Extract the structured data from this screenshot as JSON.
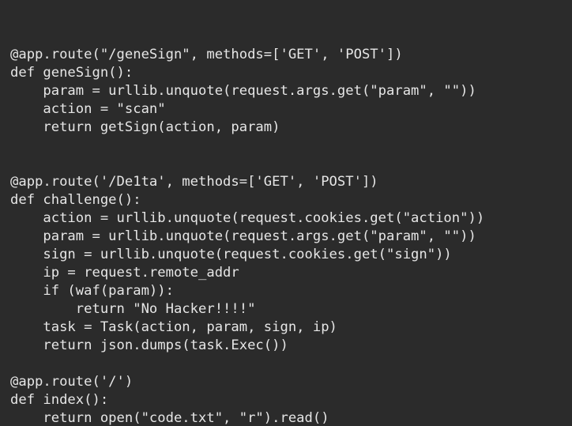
{
  "code": {
    "lines": [
      "",
      "@app.route(\"/geneSign\", methods=['GET', 'POST'])",
      "def geneSign():",
      "    param = urllib.unquote(request.args.get(\"param\", \"\"))",
      "    action = \"scan\"",
      "    return getSign(action, param)",
      "",
      "",
      "@app.route('/De1ta', methods=['GET', 'POST'])",
      "def challenge():",
      "    action = urllib.unquote(request.cookies.get(\"action\"))",
      "    param = urllib.unquote(request.args.get(\"param\", \"\"))",
      "    sign = urllib.unquote(request.cookies.get(\"sign\"))",
      "    ip = request.remote_addr",
      "    if (waf(param)):",
      "        return \"No Hacker!!!!\"",
      "    task = Task(action, param, sign, ip)",
      "    return json.dumps(task.Exec())",
      "",
      "@app.route('/')",
      "def index():",
      "    return open(\"code.txt\", \"r\").read()"
    ]
  }
}
